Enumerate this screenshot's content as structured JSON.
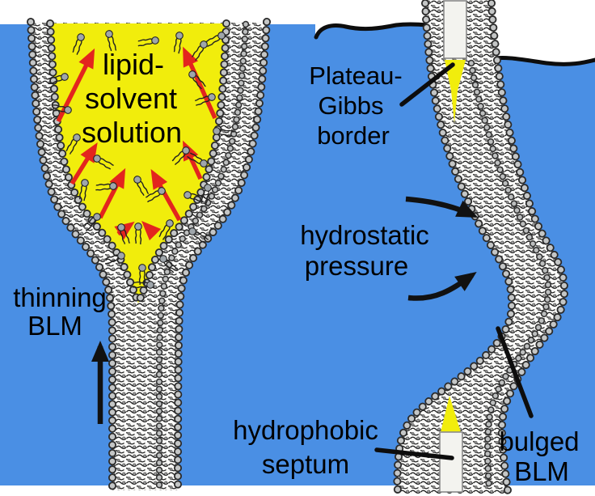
{
  "figure": {
    "kind": "membrane-formation-diagram",
    "labels": {
      "lipid_solvent": {
        "lines": [
          "lipid-",
          "solvent",
          "solution"
        ]
      },
      "plateau_gibbs": {
        "lines": [
          "Plateau-",
          "Gibbs",
          "border"
        ]
      },
      "hydrostatic": {
        "lines": [
          "hydrostatic",
          "pressure"
        ]
      },
      "thinning": {
        "lines": [
          "thinning",
          "BLM"
        ]
      },
      "hydrophobic": {
        "lines": [
          "hydrophobic",
          "septum"
        ]
      },
      "bulged": {
        "lines": [
          "bulged",
          "BLM"
        ]
      }
    },
    "colors": {
      "water": "#4a8fe4",
      "solution": "#f1ed0c",
      "red": "#e3251e",
      "ink": "#0d0d0d",
      "septum": "#f3f3ef"
    },
    "icons": [
      {
        "name": "red-outflow-arrow",
        "meaning": "solvent flow out of thinning film"
      },
      {
        "name": "up-arrow",
        "meaning": "direction of film thinning"
      },
      {
        "name": "curved-arrow",
        "meaning": "hydrostatic pressure direction"
      },
      {
        "name": "lipid-molecule",
        "meaning": "lipid with head bead and two tails"
      },
      {
        "name": "wavy-line",
        "meaning": "water surface"
      }
    ],
    "decorations": {
      "red_arrows": [
        [
          72,
          150,
          114,
          66
        ],
        [
          266,
          146,
          229,
          64
        ],
        [
          89,
          227,
          117,
          182
        ],
        [
          124,
          269,
          152,
          214
        ],
        [
          222,
          272,
          190,
          215
        ],
        [
          248,
          221,
          229,
          180
        ],
        [
          146,
          289,
          161,
          278
        ],
        [
          192,
          290,
          180,
          278
        ]
      ],
      "lipid_molecules": [
        [
          100,
          46,
          20
        ],
        [
          135,
          42,
          -15
        ],
        [
          192,
          50,
          80
        ],
        [
          222,
          44,
          10
        ],
        [
          252,
          55,
          35
        ],
        [
          274,
          44,
          60
        ],
        [
          80,
          95,
          75
        ],
        [
          84,
          136,
          100
        ],
        [
          238,
          92,
          -40
        ],
        [
          262,
          120,
          70
        ],
        [
          268,
          162,
          -80
        ],
        [
          95,
          170,
          30
        ],
        [
          120,
          196,
          -60
        ],
        [
          230,
          186,
          45
        ],
        [
          252,
          202,
          120
        ],
        [
          105,
          226,
          10
        ],
        [
          140,
          230,
          85
        ],
        [
          170,
          222,
          -30
        ],
        [
          200,
          236,
          60
        ],
        [
          232,
          241,
          -75
        ],
        [
          257,
          232,
          15
        ],
        [
          120,
          268,
          45
        ],
        [
          150,
          281,
          -20
        ],
        [
          210,
          276,
          30
        ],
        [
          238,
          286,
          -55
        ],
        [
          150,
          316,
          70
        ],
        [
          176,
          331,
          0
        ],
        [
          202,
          320,
          -45
        ],
        [
          171,
          280,
          0
        ],
        [
          186,
          352,
          90
        ]
      ]
    }
  }
}
